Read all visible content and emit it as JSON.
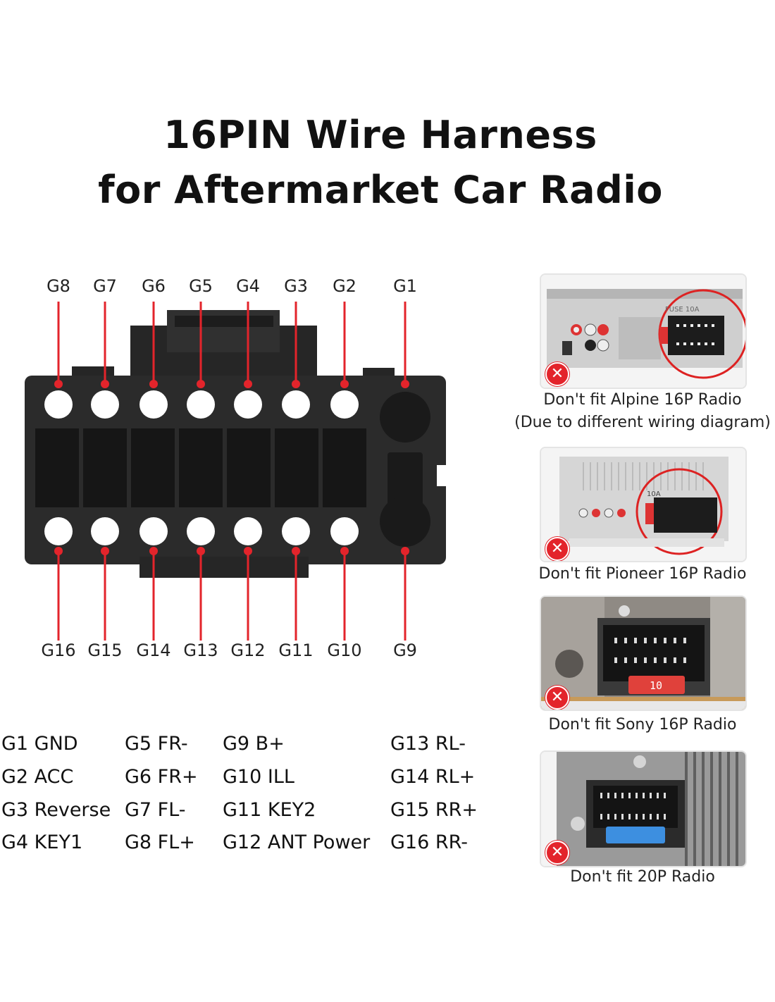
{
  "title": {
    "line1": "16PIN Wire Harness",
    "line2": "for Aftermarket Car Radio"
  },
  "pins_top": [
    "G8",
    "G7",
    "G6",
    "G5",
    "G4",
    "G3",
    "G2",
    "G1"
  ],
  "pins_bottom": [
    "G16",
    "G15",
    "G14",
    "G13",
    "G12",
    "G11",
    "G10",
    "G9"
  ],
  "legend": {
    "col1": [
      "G1 GND",
      "G2 ACC",
      "G3 Reverse",
      "G4 KEY1"
    ],
    "col2": [
      "G5 FR-",
      "G6 FR+",
      "G7 FL-",
      "G8 FL+"
    ],
    "col3": [
      "G9 B+",
      "G10 ILL",
      "G11 KEY2",
      "G12 ANT Power"
    ],
    "col4": [
      "G13 RL-",
      "G14 RL+",
      "G15 RR+",
      "G16 RR-"
    ]
  },
  "cards": [
    {
      "caption_line1": "Don't fit Alpine 16P Radio",
      "caption_line2": "(Due to different wiring diagram)",
      "fuse_label": "FUSE 10A",
      "icon": "x-icon"
    },
    {
      "caption_line1": "Don't fit Pioneer 16P Radio",
      "fuse_label": "10A",
      "icon": "x-icon"
    },
    {
      "caption_line1": "Don't fit Sony 16P Radio",
      "fuse_label": "10",
      "icon": "x-icon"
    },
    {
      "caption_line1": "Don't fit 20P Radio",
      "icon": "x-icon"
    }
  ],
  "colors": {
    "accent": "#e3242b",
    "connector": "#2b2b2b",
    "text": "#111111"
  }
}
